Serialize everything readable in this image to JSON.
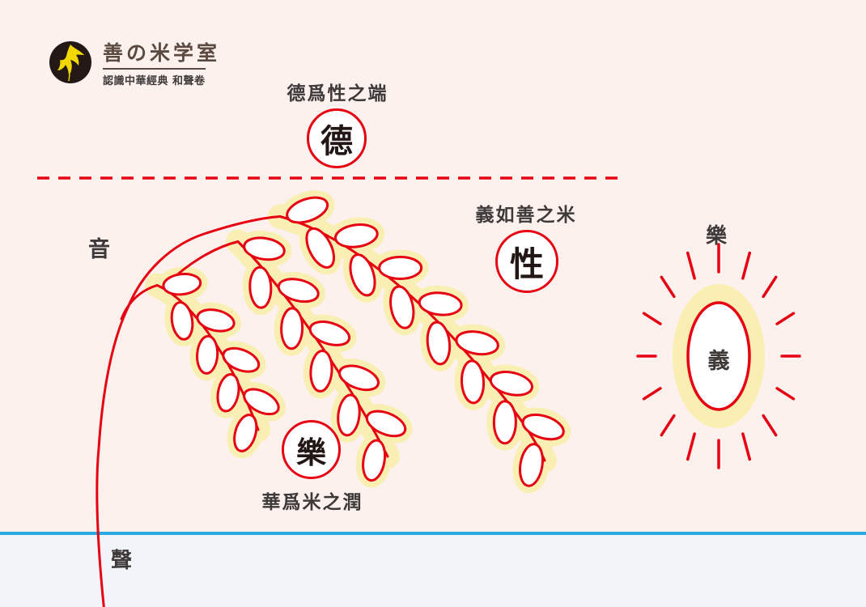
{
  "logo": {
    "title": "善の米学室",
    "subtitle": "認識中華經典 和聲卷"
  },
  "annotations": {
    "top_caption": "德爲性之端",
    "right_caption": "義如善之米",
    "bottom_caption": "華爲米之潤",
    "label_yin": "音",
    "label_sheng": "聲",
    "label_le_right": "樂",
    "grain_char": "義"
  },
  "nodes": {
    "de": "德",
    "xing": "性",
    "le": "樂"
  },
  "colors": {
    "red": "#e60012",
    "yellow": "#f9efb2",
    "blue": "#29a9e0",
    "bg_top": "#fdf1ee",
    "bg_bottom": "#f1f4f8",
    "text": "#3e3a39",
    "ink": "#221714",
    "logo_brown": "#5b4a40",
    "bird_yellow": "#f2d800",
    "logo_bg": "#231815"
  }
}
